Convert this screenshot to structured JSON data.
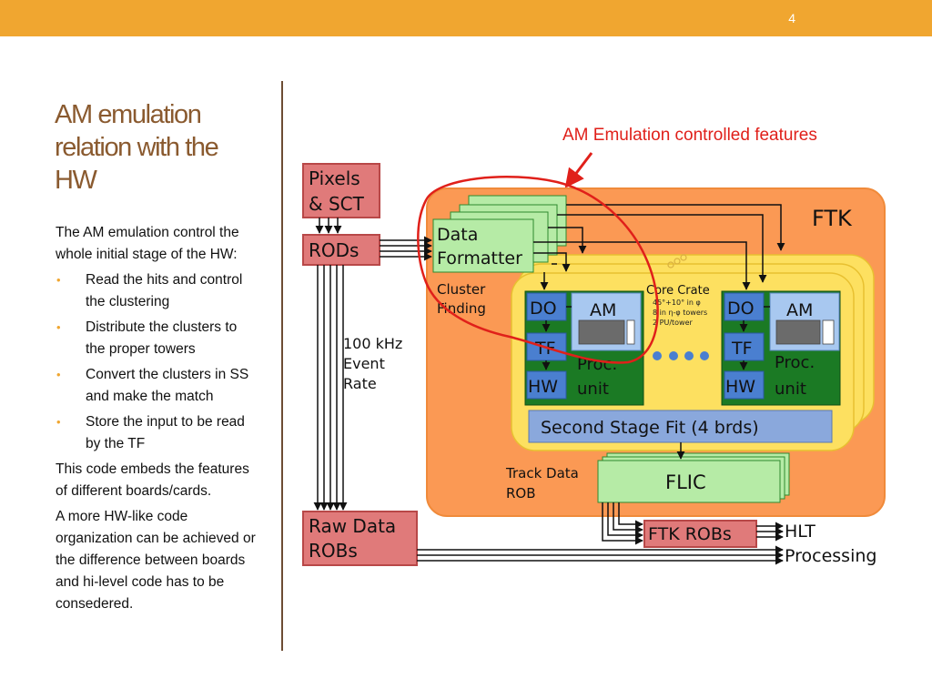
{
  "header": {
    "slide_number": "4",
    "accent_color": "#f0a630"
  },
  "title": {
    "lines": [
      "AM emulation",
      "relation with the",
      "HW"
    ]
  },
  "body": {
    "intro": "The AM emulation control the whole initial stage of the HW:",
    "bullets": [
      "Read the hits and control the clustering",
      "Distribute the clusters to the proper towers",
      "Convert the clusters in SS and make the match",
      "Store the input to be read by the TF"
    ],
    "para2": "This code embeds the features of different boards/cards.",
    "para3": "A more HW-like code organization can be achieved or the difference between boards and hi-level code has to be consedered."
  },
  "diagram": {
    "annotation": "AM Emulation controlled features",
    "ftk_label": "FTK",
    "pixels": [
      "Pixels",
      "& SCT"
    ],
    "rods": "RODs",
    "data_formatter": [
      "Data",
      "Formatter"
    ],
    "cluster_finding": [
      "Cluster",
      "Finding"
    ],
    "core_crate": "Core Crate",
    "core_crate_details": [
      "45°+10° in φ",
      "8 in η-φ towers",
      "2 PU/tower"
    ],
    "event_rate": [
      "100 kHz",
      "Event",
      "Rate"
    ],
    "do_label": "DO",
    "am_label": "AM",
    "tf_label": "TF",
    "hw_label": "HW",
    "proc_unit": [
      "Proc.",
      "unit"
    ],
    "second_stage": "Second Stage Fit (4 brds)",
    "track_data_rob": [
      "Track Data",
      "ROB"
    ],
    "flic": "FLIC",
    "ftk_robs": "FTK ROBs",
    "hlt": "HLT",
    "processing": "Processing",
    "raw_data": [
      "Raw Data",
      "ROBs"
    ]
  }
}
